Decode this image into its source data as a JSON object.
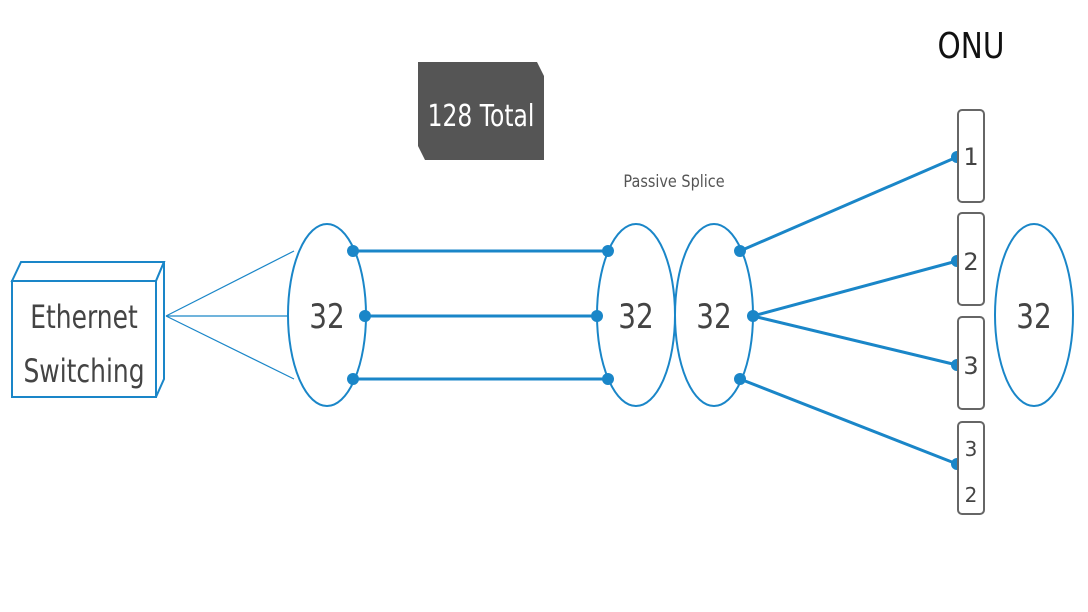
{
  "header": {
    "onu_title": "ONU"
  },
  "badge": {
    "total_label": "128 Total"
  },
  "splice": {
    "label": "Passive Splice"
  },
  "switch": {
    "line1": "Ethernet",
    "line2": "Switching"
  },
  "splitters": [
    {
      "label": "32"
    },
    {
      "label": "32"
    },
    {
      "label": "32"
    },
    {
      "label": "32"
    }
  ],
  "onus": [
    {
      "label_lines": [
        "1"
      ]
    },
    {
      "label_lines": [
        "2"
      ]
    },
    {
      "label_lines": [
        "3"
      ]
    },
    {
      "label_lines": [
        "3",
        "2"
      ]
    }
  ],
  "colors": {
    "link": "#1a86c8",
    "node_fill": "#1a86c8",
    "badge_bg": "#555555",
    "badge_text": "#ffffff",
    "onu_border": "#666666",
    "text": "#444444"
  }
}
